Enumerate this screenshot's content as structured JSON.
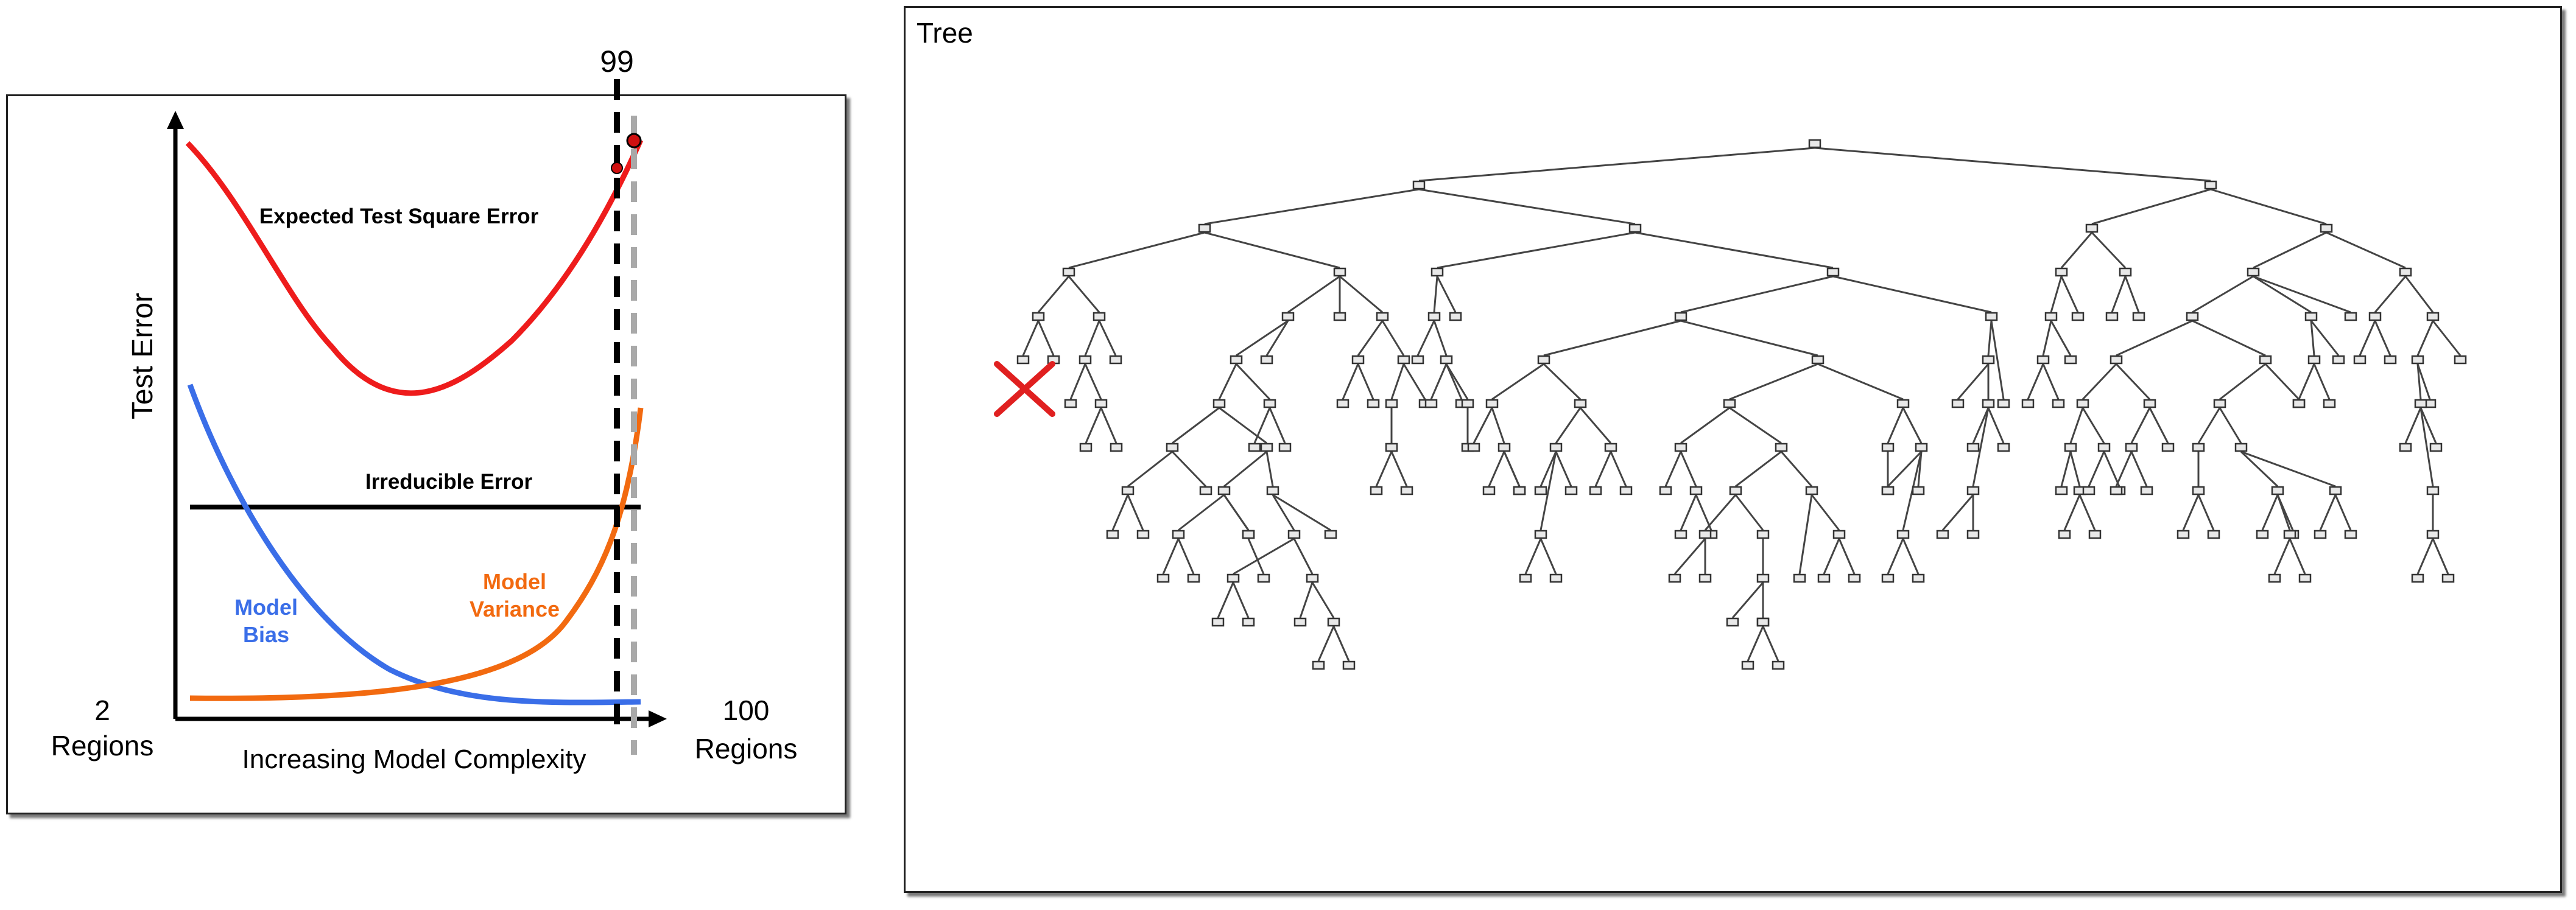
{
  "left_figure": {
    "y_axis_label": "Test Error",
    "x_axis_label": "Increasing Model Complexity",
    "x_start": {
      "count": "2",
      "unit": "Regions"
    },
    "x_end": {
      "count": "100",
      "unit": "Regions"
    },
    "marker_label": "99",
    "curves": {
      "test_error": {
        "label": "Expected Test Square Error",
        "color": "#ee1c1c"
      },
      "irreducible": {
        "label": "Irreducible Error",
        "color": "#000000"
      },
      "bias": {
        "label_line1": "Model",
        "label_line2": "Bias",
        "color": "#3a6ee8"
      },
      "variance": {
        "label_line1": "Model",
        "label_line2": "Variance",
        "color": "#f26a10"
      }
    }
  },
  "tree_panel": {
    "title": "Tree",
    "pruned_marker_color": "#e02020"
  }
}
